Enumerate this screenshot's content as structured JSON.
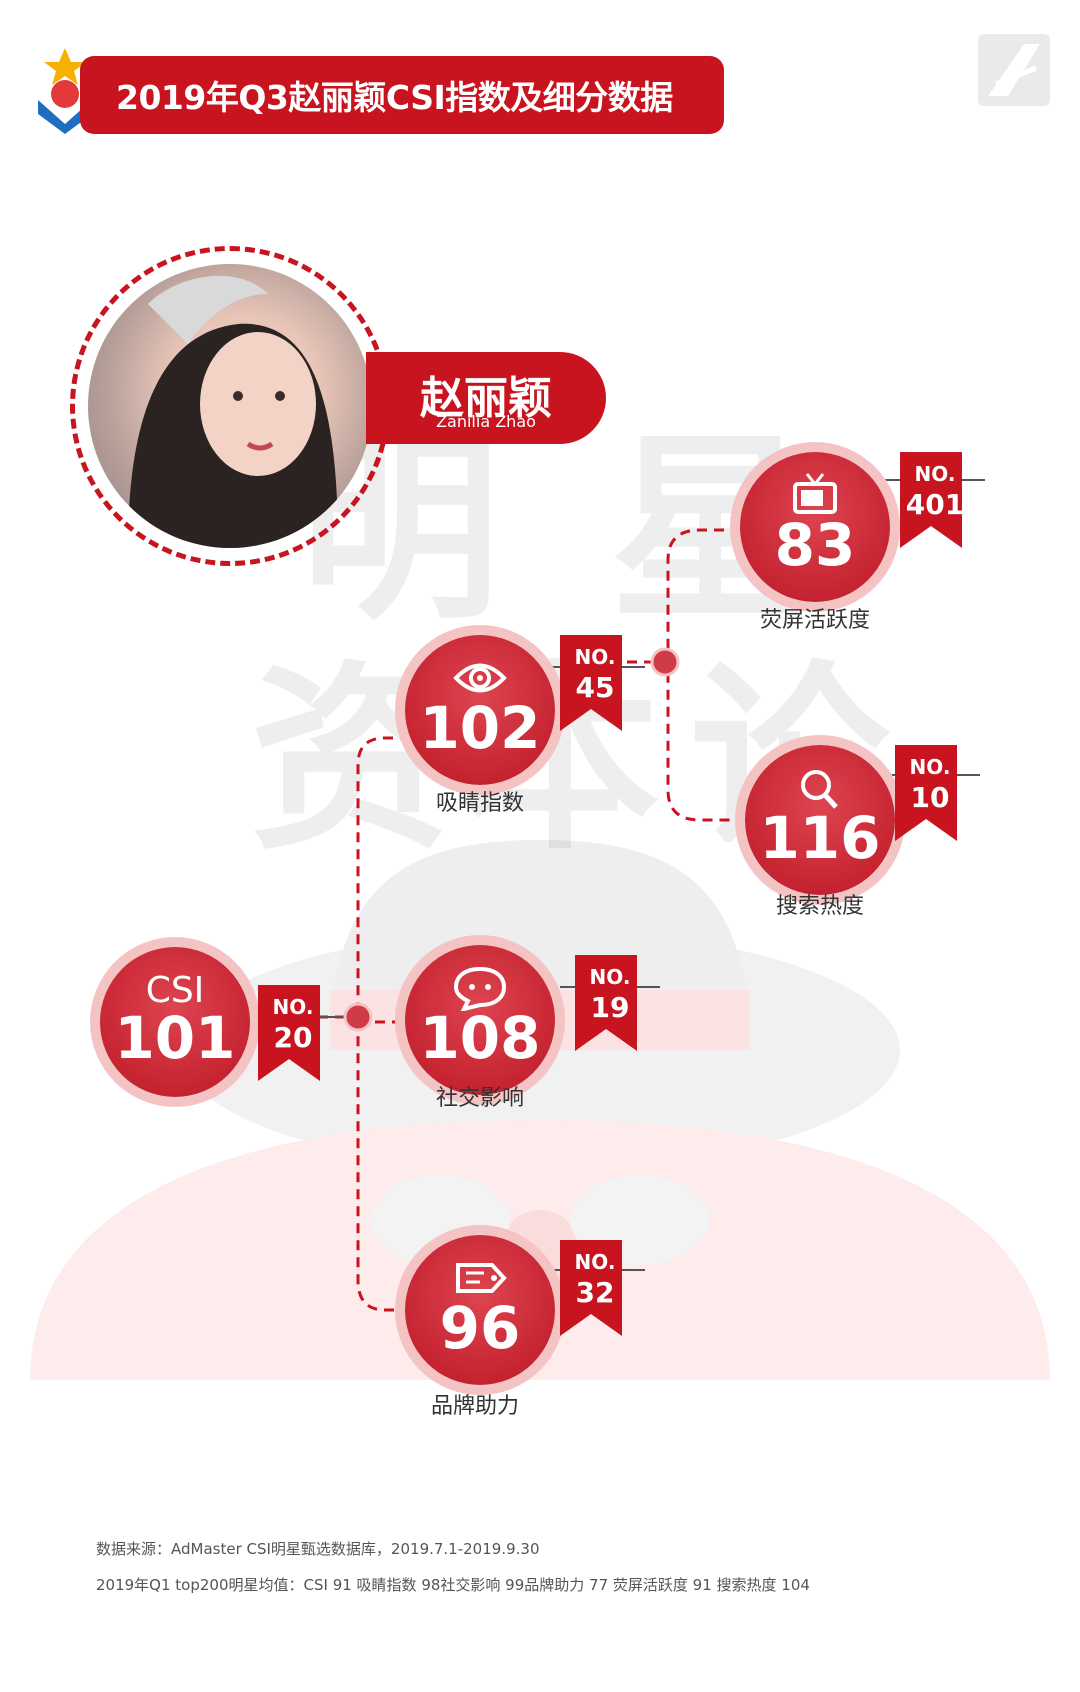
{
  "header": {
    "title": "2019年Q3赵丽颖CSI指数及细分数据"
  },
  "star": {
    "name_cn": "赵丽颖",
    "name_en": "Zanilia Zhao"
  },
  "watermark": {
    "chars": [
      "明",
      "星",
      "资",
      "本",
      "论"
    ]
  },
  "csi": {
    "label": "CSI",
    "value": "101",
    "rank_prefix": "NO.",
    "rank": "20"
  },
  "metrics": [
    {
      "key": "screen",
      "label": "荧屏活跃度",
      "value": "83",
      "rank_prefix": "NO.",
      "rank": "401",
      "icon": "tv-icon"
    },
    {
      "key": "attention",
      "label": "吸睛指数",
      "value": "102",
      "rank_prefix": "NO.",
      "rank": "45",
      "icon": "eye-icon"
    },
    {
      "key": "search",
      "label": "搜索热度",
      "value": "116",
      "rank_prefix": "NO.",
      "rank": "10",
      "icon": "search-icon"
    },
    {
      "key": "social",
      "label": "社交影响",
      "value": "108",
      "rank_prefix": "NO.",
      "rank": "19",
      "icon": "chat-icon"
    },
    {
      "key": "brand",
      "label": "品牌助力",
      "value": "96",
      "rank_prefix": "NO.",
      "rank": "32",
      "icon": "price-tag-icon"
    }
  ],
  "footer": {
    "line1": "数据来源：AdMaster CSI明星甄选数据库，2019.7.1-2019.9.30",
    "line2": "2019年Q1 top200明星均值：CSI 91 吸睛指数 98社交影响 99品牌助力 77 荧屏活跃度 91 搜索热度 104"
  },
  "colors": {
    "accent": "#c8141f",
    "node": "#c62431",
    "halo": "#f4c4c4"
  }
}
